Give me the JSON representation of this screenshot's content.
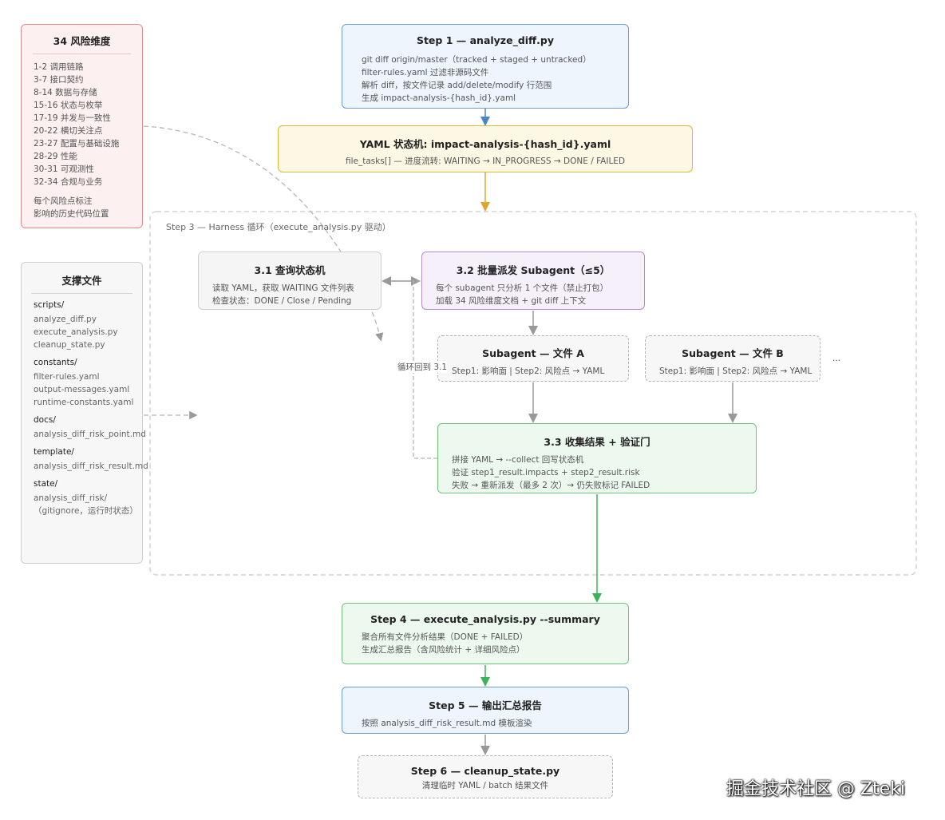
{
  "risk_panel": {
    "title": "34 风险维度",
    "items": [
      "1-2 调用链路",
      "3-7 接口契约",
      "8-14 数据与存储",
      "15-16 状态与枚举",
      "17-19 并发与一致性",
      "20-22 横切关注点",
      "23-27 配置与基础设施",
      "28-29 性能",
      "30-31 可观测性",
      "32-34 合规与业务"
    ],
    "note": [
      "每个风险点标注",
      "影响的历史代码位置"
    ]
  },
  "support_panel": {
    "title": "支撑文件",
    "groups": [
      {
        "dir": "scripts/",
        "files": [
          "analyze_diff.py",
          "execute_analysis.py",
          "cleanup_state.py"
        ]
      },
      {
        "dir": "constants/",
        "files": [
          "filter-rules.yaml",
          "output-messages.yaml",
          "runtime-constants.yaml"
        ]
      },
      {
        "dir": "docs/",
        "files": [
          "analysis_diff_risk_point.md"
        ]
      },
      {
        "dir": "template/",
        "files": [
          "analysis_diff_risk_result.md"
        ]
      },
      {
        "dir": "state/",
        "files": [
          "analysis_diff_risk/",
          "（gitignore，运行时状态）"
        ]
      }
    ]
  },
  "step1": {
    "title": "Step 1 — analyze_diff.py",
    "lines": [
      "git diff origin/master（tracked + staged + untracked）",
      "filter-rules.yaml 过滤非源码文件",
      "解析 diff，按文件记录 add/delete/modify 行范围",
      "生成 impact-analysis-{hash_id}.yaml"
    ]
  },
  "yaml_state": {
    "title": "YAML 状态机: impact-analysis-{hash_id}.yaml",
    "line": "file_tasks[] — 进度流转: WAITING → IN_PROGRESS → DONE / FAILED"
  },
  "step3": {
    "label": "Step 3 — Harness 循环（execute_analysis.py 驱动）",
    "s31": {
      "title": "3.1 查询状态机",
      "lines": [
        "读取 YAML，获取 WAITING 文件列表",
        "检查状态：DONE / Close / Pending"
      ]
    },
    "s32": {
      "title": "3.2 批量派发 Subagent（≤5）",
      "lines": [
        "每个 subagent 只分析 1 个文件（禁止打包）",
        "加载 34 风险维度文档 + git diff 上下文"
      ]
    },
    "subA": {
      "title": "Subagent — 文件 A",
      "line": "Step1: 影响面 | Step2: 风险点 → YAML"
    },
    "subB": {
      "title": "Subagent — 文件 B",
      "line": "Step1: 影响面 | Step2: 风险点 → YAML"
    },
    "ellipsis": "...",
    "loop_label": "循环回到 3.1",
    "s33": {
      "title": "3.3 收集结果 + 验证门",
      "lines": [
        "拼接 YAML → --collect 回写状态机",
        "验证 step1_result.impacts + step2_result.risk",
        "失败 → 重新派发（最多 2 次）→ 仍失败标记 FAILED"
      ]
    }
  },
  "step4": {
    "title": "Step 4 — execute_analysis.py --summary",
    "lines": [
      "聚合所有文件分析结果（DONE + FAILED）",
      "生成汇总报告（含风险统计 + 详细风险点）"
    ]
  },
  "step5": {
    "title": "Step 5 — 输出汇总报告",
    "line": "按照 analysis_diff_risk_result.md 模板渲染"
  },
  "step6": {
    "title": "Step 6 — cleanup_state.py",
    "line": "清理临时 YAML / batch 结果文件"
  },
  "watermark": "掘金技术社区 @ Zteki",
  "colors": {
    "blue": "#6a9fd4",
    "yellow": "#e0b53c",
    "green": "#4cba66",
    "gray": "#9a9a9a"
  }
}
